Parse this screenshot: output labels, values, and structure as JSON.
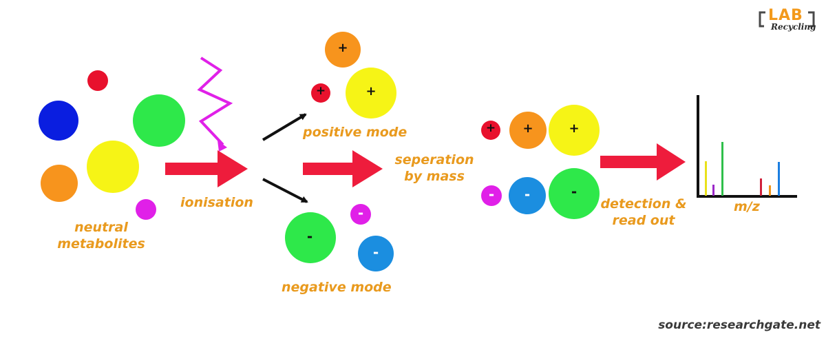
{
  "labels": {
    "neutral": "neutral\nmetabolites",
    "ionisation": "ionisation",
    "positive_mode": "positive mode",
    "negative_mode": "negative mode",
    "separation": "seperation\nby mass",
    "detection": "detection &\nread out",
    "mz": "m/z"
  },
  "signs": {
    "plus": "+",
    "minus": "-"
  },
  "logo": {
    "main": "LAB",
    "sub": "Recycling"
  },
  "source": "source:researchgate.net",
  "colors": {
    "label": "#e99a1e",
    "arrow": "#ee1c3c",
    "laser": "#e020e8",
    "red": "#e8112d",
    "orange": "#f7941d",
    "yellow": "#f6f416",
    "green": "#2ee84a",
    "blue": "#0a1ee0",
    "cyan_blue": "#1b8ee0",
    "magenta": "#e020e8"
  }
}
